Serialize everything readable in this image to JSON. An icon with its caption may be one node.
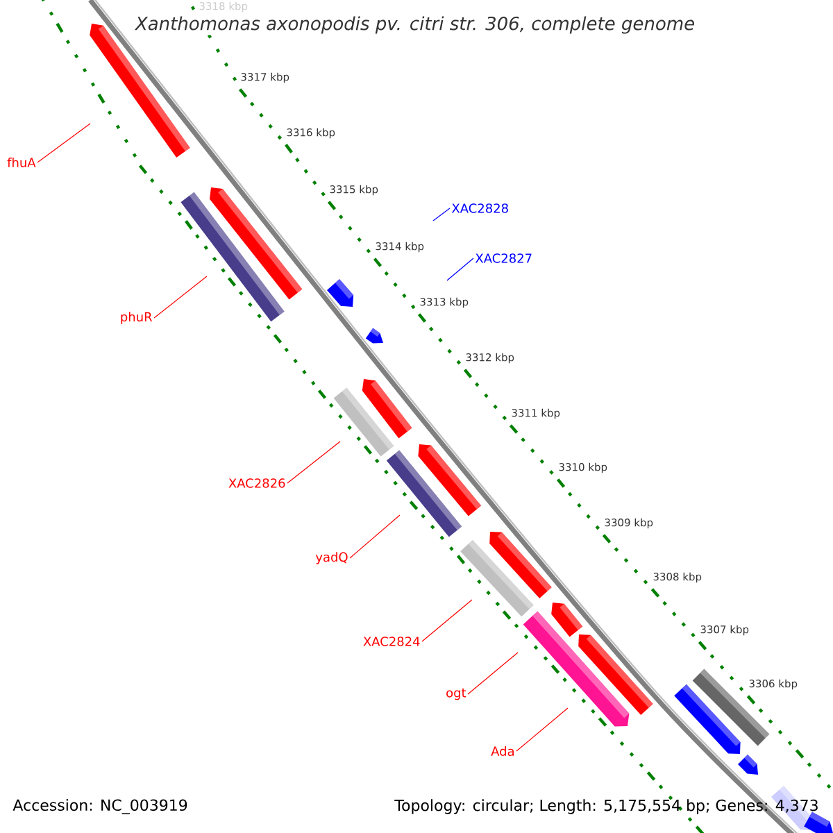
{
  "diagram": {
    "title": "Xanthomonas axonopodis pv. citri str. 306, complete genome",
    "nodes": [
      {
        "text": [
          "fhuA"
        ]
      },
      {
        "text": [
          "phuR"
        ]
      },
      {
        "text": [
          "XAC2828"
        ]
      },
      {
        "text": [
          "XAC2827"
        ]
      },
      {
        "text": [
          "XAC2826"
        ]
      },
      {
        "text": [
          "yadQ"
        ]
      },
      {
        "text": [
          "XAC2824"
        ]
      },
      {
        "text": [
          "ogt"
        ]
      },
      {
        "text": [
          "Ada"
        ]
      }
    ],
    "edges": [
      {
        "from": 0,
        "to": null,
        "arrow": "none"
      },
      {
        "from": 1,
        "to": null,
        "arrow": "none"
      },
      {
        "from": 2,
        "to": null,
        "arrow": "none",
        "color": "#0000ff"
      },
      {
        "from": 3,
        "to": null,
        "arrow": "none",
        "color": "#0000ff"
      },
      {
        "from": 4,
        "to": null,
        "arrow": "none"
      },
      {
        "from": 5,
        "to": null,
        "arrow": "none"
      },
      {
        "from": 6,
        "to": null,
        "arrow": "none"
      },
      {
        "from": 7,
        "to": null,
        "arrow": "none"
      },
      {
        "from": 8,
        "to": null,
        "arrow": "none"
      }
    ],
    "labels": [
      "3318 kbp",
      "3317 kbp",
      "3316 kbp",
      "3315 kbp",
      "3314 kbp",
      "3313 kbp",
      "3312 kbp",
      "3311 kbp",
      "3310 kbp",
      "3309 kbp",
      "3308 kbp",
      "3307 kbp",
      "3306 kbp",
      "Accession: NC_003919",
      "Topology: circular; Length: 5,175,554 bp; Genes: 4,373"
    ]
  }
}
